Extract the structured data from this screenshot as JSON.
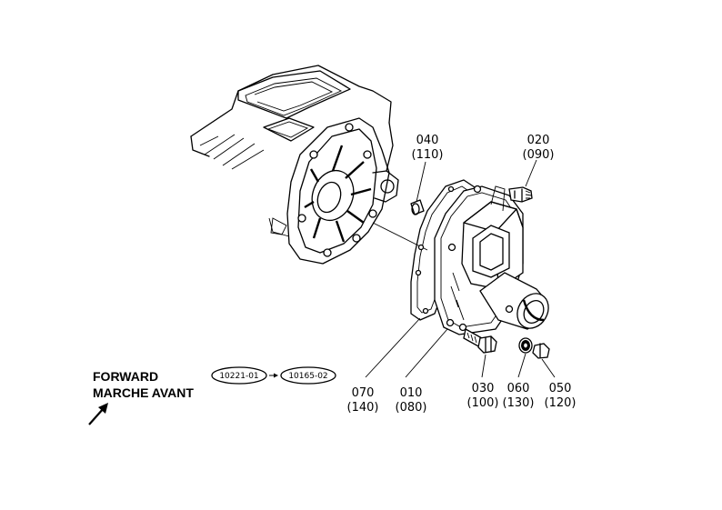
{
  "callouts": {
    "p040": {
      "ref": "040",
      "alt": "(110)"
    },
    "p020": {
      "ref": "020",
      "alt": "(090)"
    },
    "p070": {
      "ref": "070",
      "alt": "(140)"
    },
    "p010": {
      "ref": "010",
      "alt": "(080)"
    },
    "p030": {
      "ref": "030",
      "alt": "(100)"
    },
    "p060": {
      "ref": "060",
      "alt": "(130)"
    },
    "p050": {
      "ref": "050",
      "alt": "(120)"
    }
  },
  "direction": {
    "line1": "FORWARD",
    "line2": "MARCHE AVANT"
  },
  "serial": {
    "from": "10221-01",
    "to": "10165-02"
  },
  "icons": {
    "arrow": "forward-arrow-icon",
    "serial_arrow": "right-arrow-icon"
  }
}
